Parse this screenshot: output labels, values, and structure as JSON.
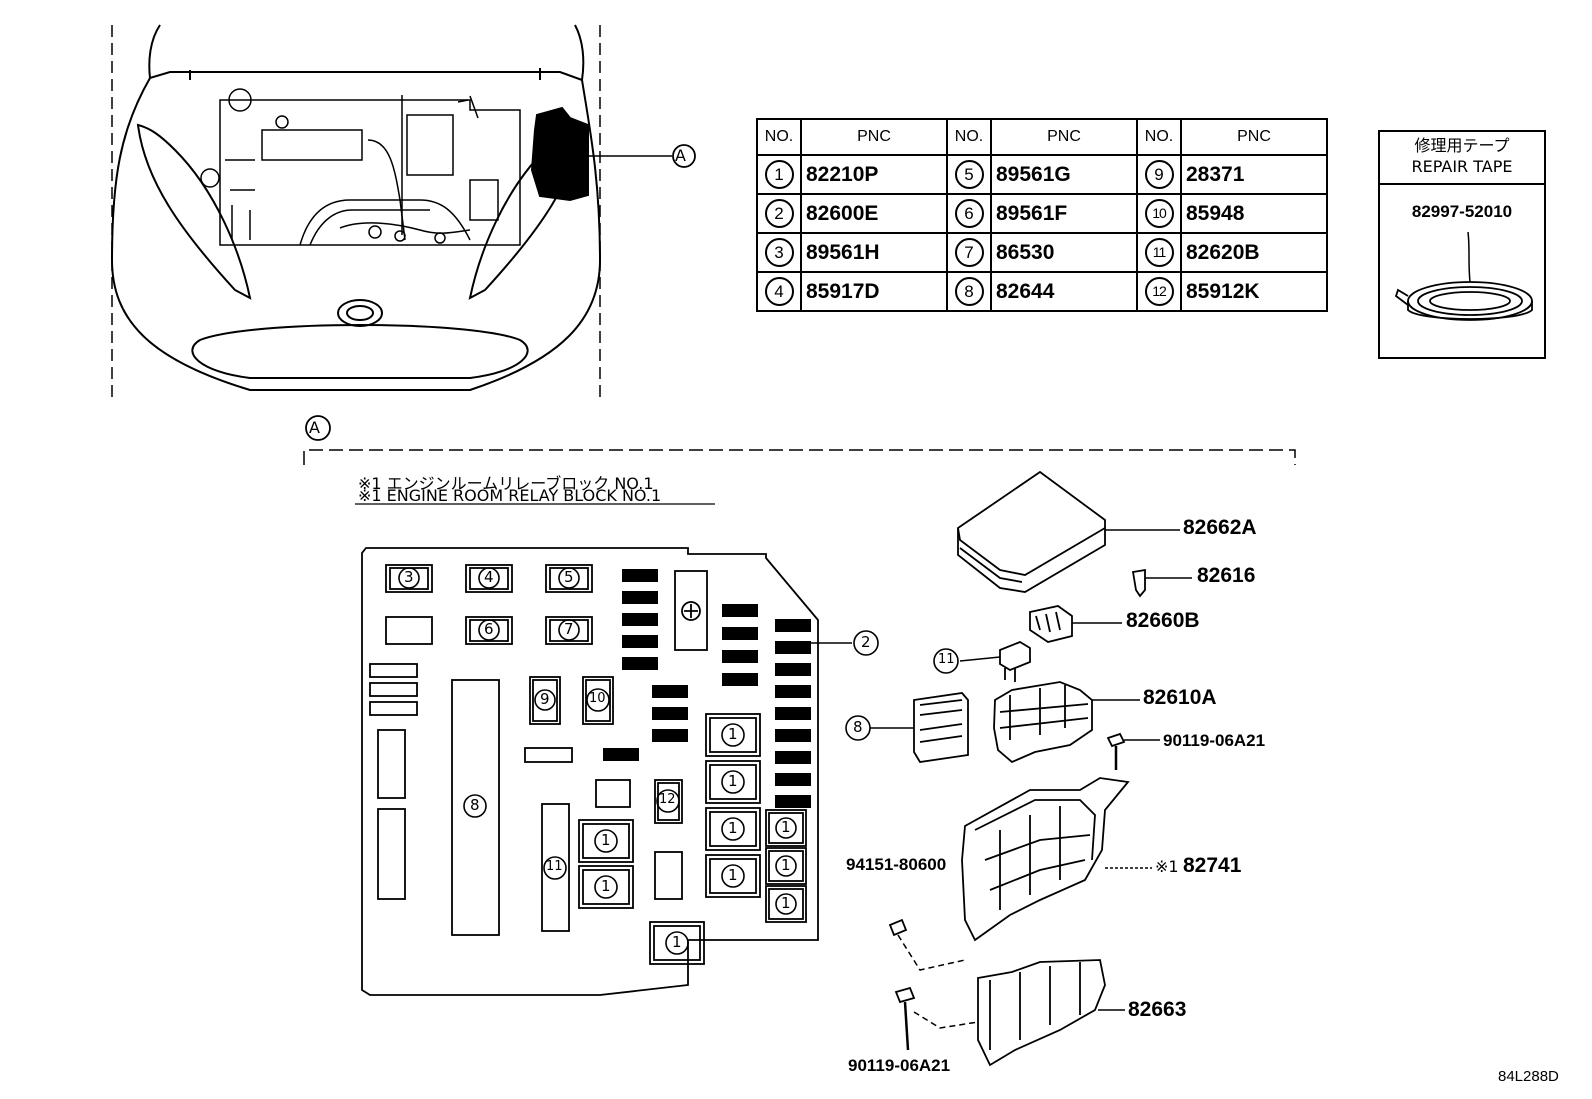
{
  "table": {
    "headers": {
      "no": "NO.",
      "pnc": "PNC"
    },
    "rows": [
      [
        {
          "no": "1",
          "pnc": "82210P"
        },
        {
          "no": "5",
          "pnc": "89561G"
        },
        {
          "no": "9",
          "pnc": "28371"
        }
      ],
      [
        {
          "no": "2",
          "pnc": "82600E"
        },
        {
          "no": "6",
          "pnc": "89561F"
        },
        {
          "no": "10",
          "pnc": "85948"
        }
      ],
      [
        {
          "no": "3",
          "pnc": "89561H"
        },
        {
          "no": "7",
          "pnc": "86530"
        },
        {
          "no": "11",
          "pnc": "82620B"
        }
      ],
      [
        {
          "no": "4",
          "pnc": "85917D"
        },
        {
          "no": "8",
          "pnc": "82644"
        },
        {
          "no": "12",
          "pnc": "85912K"
        }
      ]
    ]
  },
  "repair_tape": {
    "title_jp": "修理用テープ",
    "title_en": "REPAIR TAPE",
    "part_no": "82997-52010"
  },
  "view_marker": "A",
  "relay_block": {
    "title_jp": "※1 エンジンルームリレーブロック NO.1",
    "title_en": "※1 ENGINE ROOM RELAY BLOCK NO.1"
  },
  "callouts": {
    "cover": "82662A",
    "clip": "82616",
    "connector": "82660B",
    "block_upper": "82610A",
    "bolt_upper": "90119-06A21",
    "case_prefix": "※1",
    "case": "82741",
    "screw": "94151-80600",
    "lower_cover": "82663",
    "bolt_lower": "90119-06A21"
  },
  "fusebox_numbers": {
    "n1": "1",
    "n2": "2",
    "n3": "3",
    "n4": "4",
    "n5": "5",
    "n6": "6",
    "n7": "7",
    "n8": "8",
    "n9": "9",
    "n10": "10",
    "n11": "11",
    "n12": "12"
  },
  "diagram_id": "84L288D"
}
